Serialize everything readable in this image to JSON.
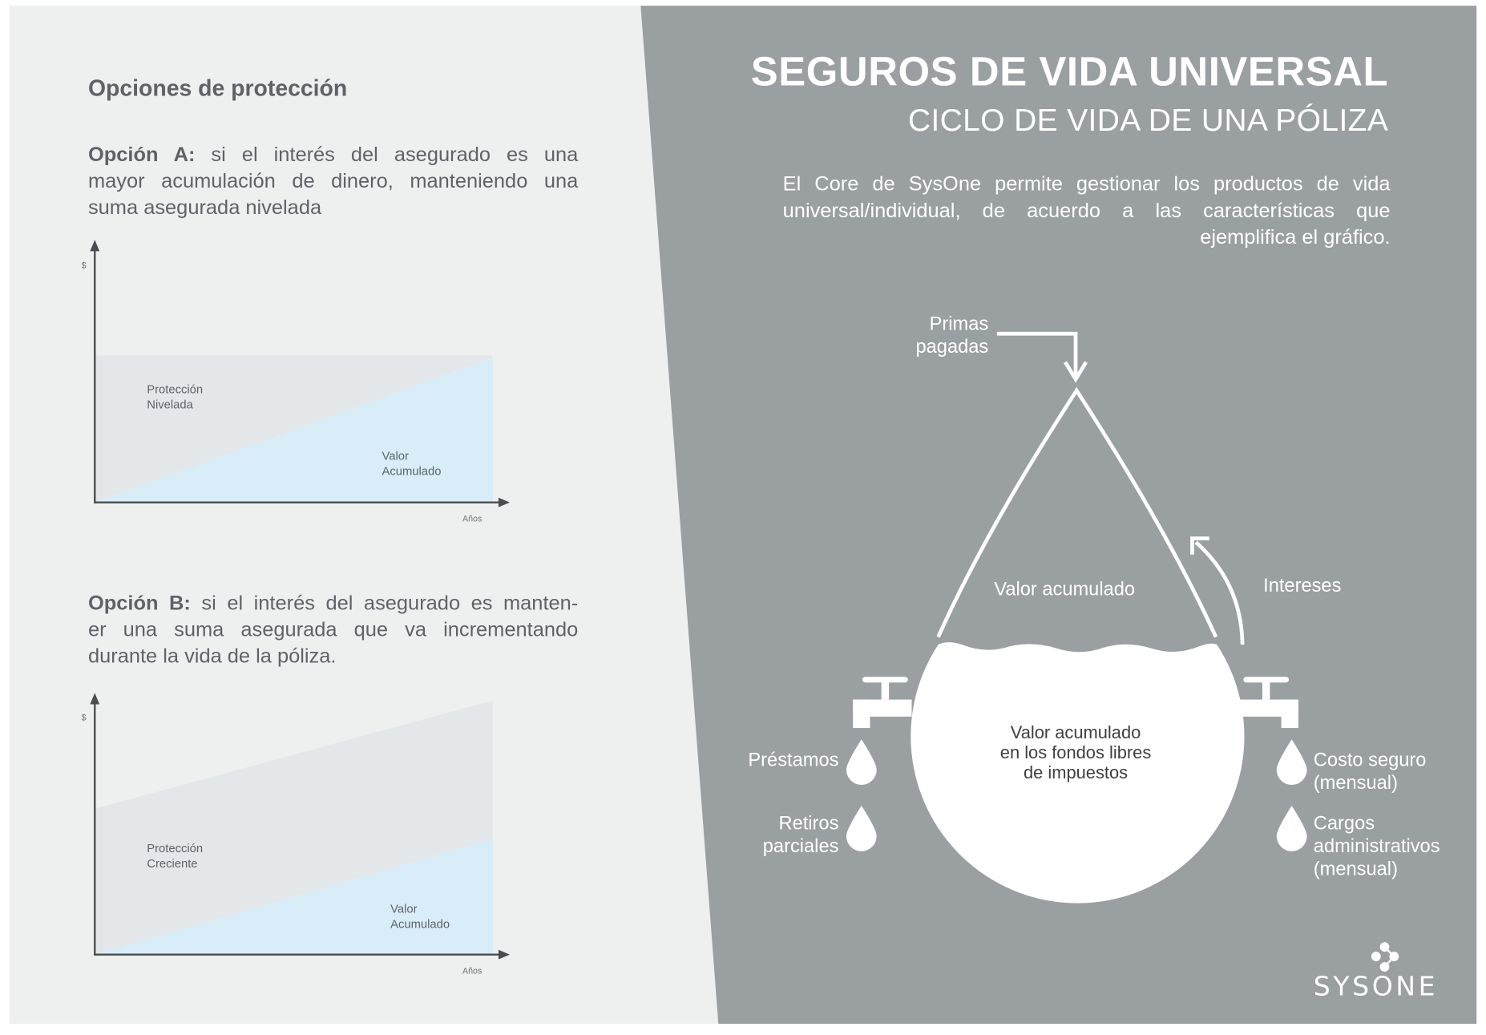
{
  "left": {
    "heading": "Opciones de protección",
    "option_a": {
      "label": "Opción A:",
      "text_line1": "si el interés del asegurado es una",
      "text_line2": "mayor acumulación de dinero, manteniendo una",
      "text_line3": "suma asegurada nivelada"
    },
    "chart_a": {
      "y_axis": "$",
      "x_axis": "Años",
      "area1": [
        "Protección",
        "Nivelada"
      ],
      "area2": [
        "Valor",
        "Acumulado"
      ]
    },
    "option_b": {
      "label": "Opción B:",
      "text_line1": "si el interés del asegurado es manten-",
      "text_line2": "er una suma asegurada que va incrementando",
      "text_line3": "durante la vida de la póliza."
    },
    "chart_b": {
      "y_axis": "$",
      "x_axis": "Años",
      "area1": [
        "Protección",
        "Creciente"
      ],
      "area2": [
        "Valor",
        "Acumulado"
      ]
    }
  },
  "right": {
    "title": "SEGUROS DE VIDA UNIVERSAL",
    "subtitle": "CICLO DE VIDA DE UNA PÓLIZA",
    "intro": "El Core de SysOne permite gestionar los productos de vida universal/individual, de acuerdo a las características que ejemplifica el gráfico.",
    "diagram": {
      "primas": [
        "Primas",
        "pagadas"
      ],
      "intereses": "Intereses",
      "valor_acumulado": "Valor acumulado",
      "fondos": [
        "Valor acumulado",
        "en los fondos libres",
        "de impuestos"
      ],
      "prestamos": "Préstamos",
      "retiros": [
        "Retiros",
        "parciales"
      ],
      "costo_seguro": [
        "Costo seguro",
        "(mensual)"
      ],
      "cargos": [
        "Cargos",
        "administrativos",
        "(mensual)"
      ]
    },
    "logo": "SYSONE"
  },
  "colors": {
    "left_bg": "#eef0f0",
    "right_bg": "#9a9fa1",
    "protection": "#e4e7ea",
    "value": "#d9edf9"
  }
}
